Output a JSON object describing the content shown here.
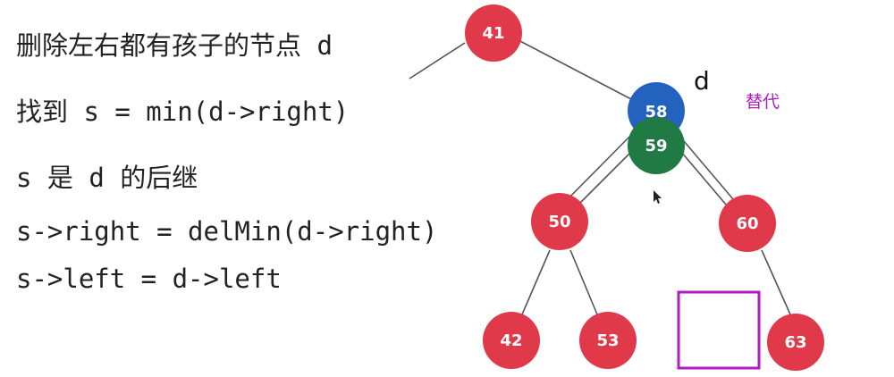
{
  "text_lines": [
    "删除左右都有孩子的节点 d",
    "找到 s = min(d->right)",
    "s 是 d 的后继",
    "s->right = delMin(d->right)",
    "s->left = d->left"
  ],
  "tree": {
    "nodes": {
      "n41": "41",
      "n58": "58",
      "n59": "59",
      "n50": "50",
      "n60": "60",
      "n42": "42",
      "n53": "53",
      "n63": "63"
    },
    "d_label": "d",
    "replace_label": "替代"
  },
  "colors": {
    "node_red": "#e03a4a",
    "node_blue": "#2462c0",
    "node_green": "#1f7a44",
    "edge": "#555555",
    "highlight_box": "#b01cc0",
    "replace_text": "#b01cc0"
  }
}
